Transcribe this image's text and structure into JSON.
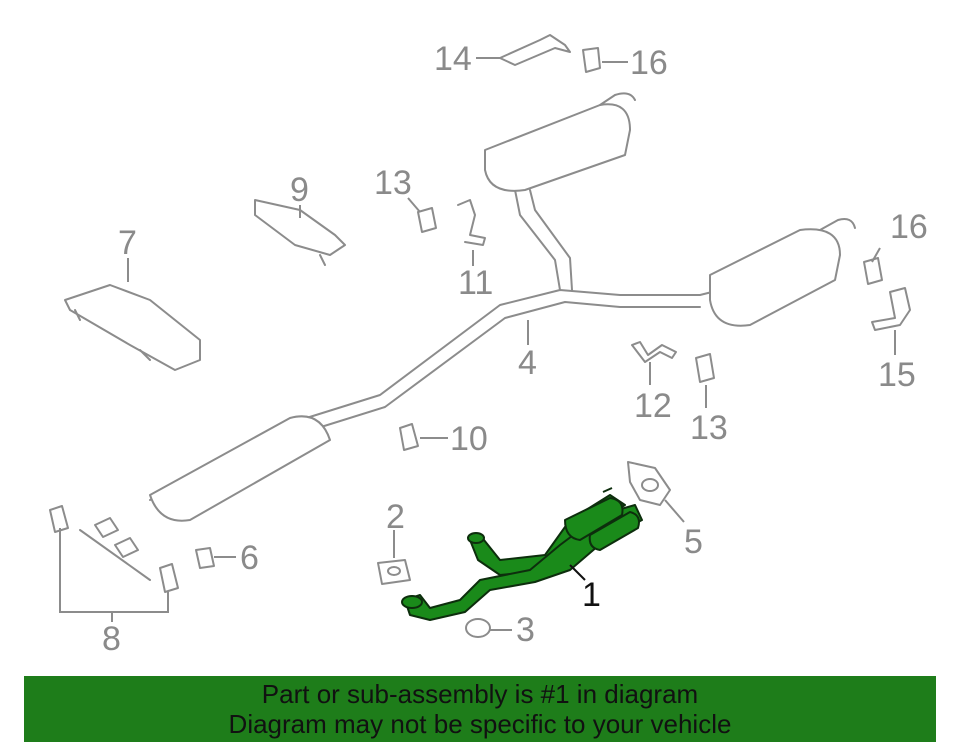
{
  "callouts": {
    "c1": "1",
    "c2": "2",
    "c3": "3",
    "c4": "4",
    "c5": "5",
    "c6": "6",
    "c7": "7",
    "c8": "8",
    "c9": "9",
    "c10": "10",
    "c11": "11",
    "c12": "12",
    "c13a": "13",
    "c13b": "13",
    "c14": "14",
    "c15": "15",
    "c16a": "16",
    "c16b": "16"
  },
  "banner": {
    "line1": "Part or sub-assembly is #1 in diagram",
    "line2": "Diagram may not be specific to your vehicle"
  },
  "colors": {
    "highlight_part": "#1a8a1a",
    "banner_bg": "#1e7d1a",
    "line_gray": "#8c8c8c"
  }
}
